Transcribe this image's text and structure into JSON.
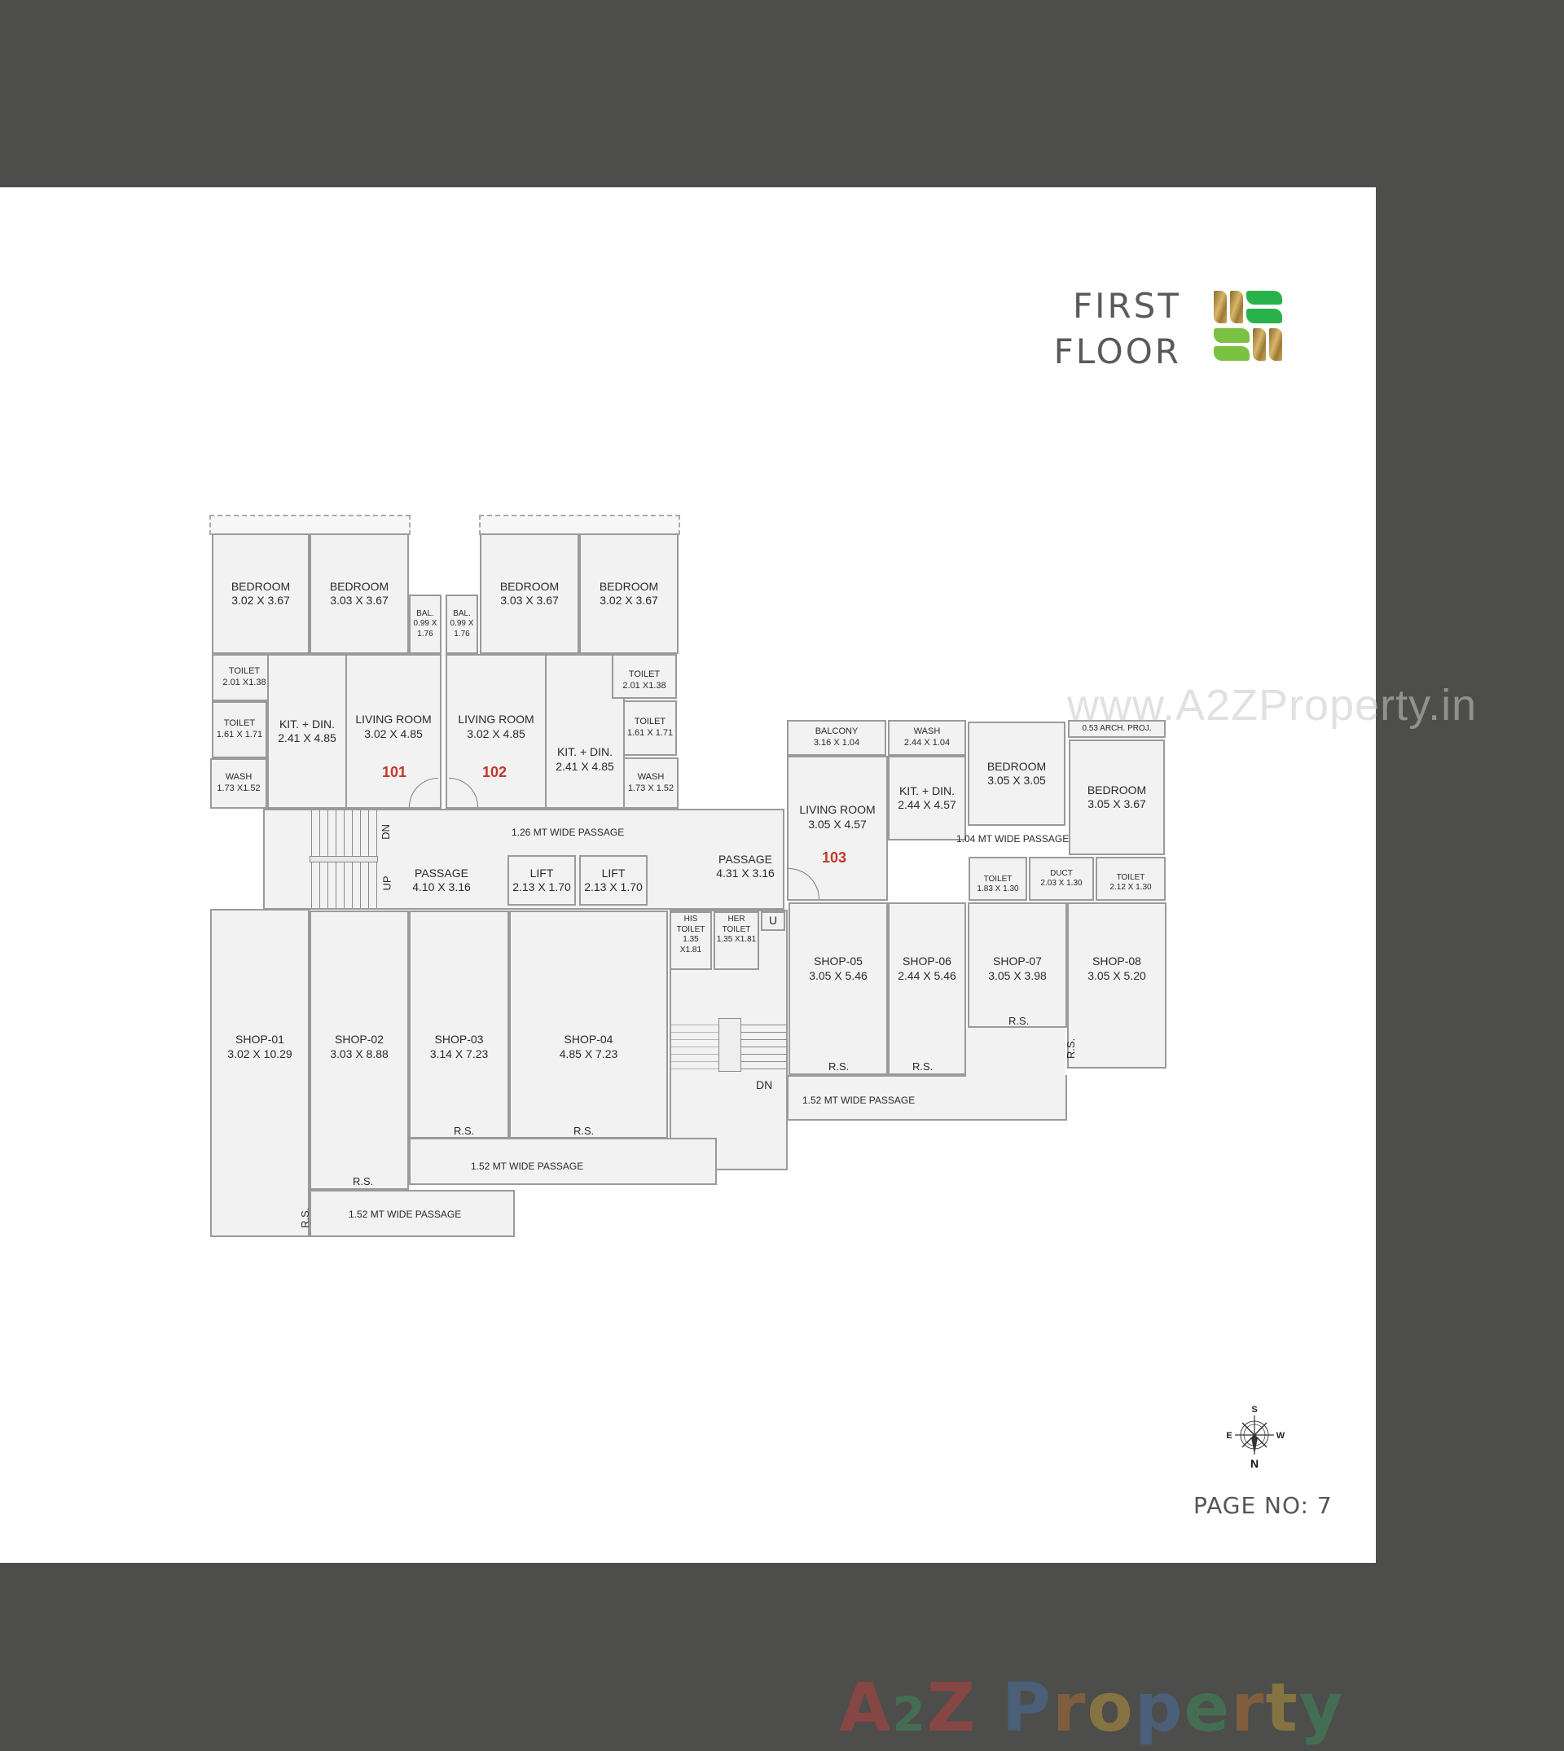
{
  "header": {
    "title_line1": "FIRST",
    "title_line2": "FLOOR"
  },
  "watermark": {
    "url": "www.A2ZProperty.in",
    "brand": {
      "a": "A",
      "two": "2",
      "z": "Z",
      "p": "P",
      "r": "r",
      "o": "o",
      "p2": "p",
      "e": "e",
      "r2": "r",
      "t": "t",
      "y": "y"
    }
  },
  "colors": {
    "background": "#4d4d4b",
    "page": "#ffffff",
    "room_fill": "#f2f2f2",
    "wall": "#9a9a9a",
    "unit_number": "#c0392b",
    "logo_gold": "#c9a55a",
    "logo_green_dark": "#28b34a",
    "logo_green_light": "#7cc242"
  },
  "units": {
    "u101": "101",
    "u102": "102",
    "u103": "103"
  },
  "rooms": {
    "f101_bed1": {
      "name": "BEDROOM",
      "dim": "3.02 X 3.67"
    },
    "f101_bed2": {
      "name": "BEDROOM",
      "dim": "3.03 X 3.67"
    },
    "f101_bal": {
      "name": "BAL.",
      "dim1": "0.99 X",
      "dim2": "1.76"
    },
    "f101_toilet1": {
      "name": "TOILET",
      "dim": "2.01 X1.38"
    },
    "f101_toilet2": {
      "name": "TOILET",
      "dim": "1.61 X 1.71"
    },
    "f101_wash": {
      "name": "WASH",
      "dim": "1.73 X1.52"
    },
    "f101_kit": {
      "name": "KIT. + DIN.",
      "dim": "2.41 X 4.85"
    },
    "f101_living": {
      "name": "LIVING ROOM",
      "dim": "3.02 X 4.85"
    },
    "f102_bal": {
      "name": "BAL.",
      "dim1": "0.99 X",
      "dim2": "1.76"
    },
    "f102_bed1": {
      "name": "BEDROOM",
      "dim": "3.03 X 3.67"
    },
    "f102_bed2": {
      "name": "BEDROOM",
      "dim": "3.02 X 3.67"
    },
    "f102_toilet1": {
      "name": "TOILET",
      "dim": "2.01 X1.38"
    },
    "f102_toilet2": {
      "name": "TOILET",
      "dim": "1.61 X 1.71"
    },
    "f102_wash": {
      "name": "WASH",
      "dim": "1.73 X 1.52"
    },
    "f102_kit": {
      "name": "KIT. + DIN.",
      "dim": "2.41 X 4.85"
    },
    "f102_living": {
      "name": "LIVING ROOM",
      "dim": "3.02 X 4.85"
    },
    "f103_balcony": {
      "name": "BALCONY",
      "dim": "3.16 X 1.04"
    },
    "f103_wash": {
      "name": "WASH",
      "dim": "2.44 X 1.04"
    },
    "f103_bed1": {
      "name": "BEDROOM",
      "dim": "3.05 X 3.05"
    },
    "f103_arch": {
      "name": "0.53 ARCH. PROJ."
    },
    "f103_bed2": {
      "name": "BEDROOM",
      "dim": "3.05 X 3.67"
    },
    "f103_living": {
      "name": "LIVING ROOM",
      "dim": "3.05 X 4.57"
    },
    "f103_kit": {
      "name": "KIT. + DIN.",
      "dim": "2.44 X 4.57"
    },
    "f103_passage": {
      "name": "1.04 MT WIDE PASSAGE"
    },
    "f103_toilet1": {
      "name": "TOILET",
      "dim": "1.83 X 1.30"
    },
    "f103_duct": {
      "name": "DUCT",
      "dim": "2.03 X 1.30"
    },
    "f103_toilet2": {
      "name": "TOILET",
      "dim": "2.12 X 1.30"
    },
    "passage_wide": {
      "name": "1.26 MT WIDE PASSAGE"
    },
    "passage1": {
      "name": "PASSAGE",
      "dim": "4.10 X 3.16"
    },
    "lift1": {
      "name": "LIFT",
      "dim": "2.13 X 1.70"
    },
    "lift2": {
      "name": "LIFT",
      "dim": "2.13 X 1.70"
    },
    "passage2": {
      "name": "PASSAGE",
      "dim": "4.31 X 3.16"
    },
    "his_toilet": {
      "name1": "HIS",
      "name2": "TOILET",
      "dim": "1.35 X1.81"
    },
    "her_toilet": {
      "name1": "HER",
      "name2": "TOILET",
      "dim": "1.35 X1.81"
    },
    "urinal": {
      "name": "U"
    },
    "stair_up": "UP",
    "stair_dn": "DN",
    "stair2_dn": "DN",
    "shop01": {
      "name": "SHOP-01",
      "dim": "3.02 X 10.29"
    },
    "shop02": {
      "name": "SHOP-02",
      "dim": "3.03 X 8.88"
    },
    "shop03": {
      "name": "SHOP-03",
      "dim": "3.14 X 7.23"
    },
    "shop04": {
      "name": "SHOP-04",
      "dim": "4.85 X 7.23"
    },
    "shop05": {
      "name": "SHOP-05",
      "dim": "3.05 X 5.46"
    },
    "shop06": {
      "name": "SHOP-06",
      "dim": "2.44 X 5.46"
    },
    "shop07": {
      "name": "SHOP-07",
      "dim": "3.05 X 3.98"
    },
    "shop08": {
      "name": "SHOP-08",
      "dim": "3.05 X 5.20"
    },
    "passage_152_a": "1.52 MT WIDE PASSAGE",
    "passage_152_b": "1.52 MT WIDE PASSAGE",
    "passage_152_c": "1.52 MT WIDE PASSAGE",
    "rs": "R.S."
  },
  "compass": {
    "n": "N",
    "s": "S",
    "e": "E",
    "w": "W"
  },
  "footer": {
    "page_no": "PAGE NO: 7"
  }
}
